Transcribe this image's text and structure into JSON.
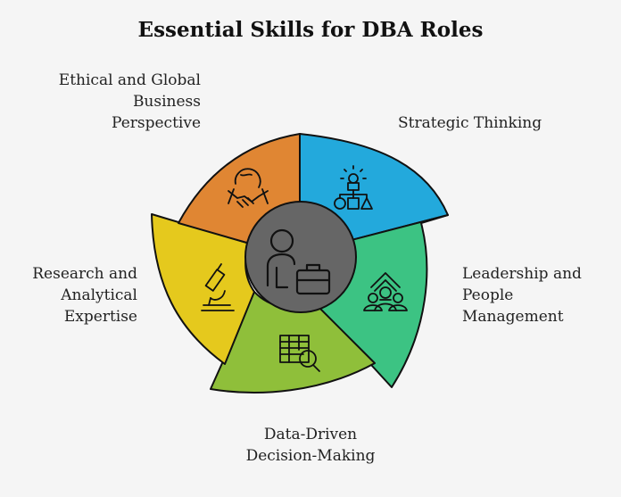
{
  "title": "Essential Skills for DBA Roles",
  "center_icon": "businessperson-briefcase-icon",
  "segments": [
    {
      "id": "strategic",
      "label": "Strategic Thinking",
      "color": "#23a9dc",
      "icon": "lightbulb-hierarchy-icon"
    },
    {
      "id": "leadership",
      "label": "Leadership and\nPeople\nManagement",
      "color": "#3cc383",
      "icon": "team-growth-icon"
    },
    {
      "id": "data",
      "label": "Data-Driven\nDecision-Making",
      "color": "#8fbf3a",
      "icon": "spreadsheet-search-icon"
    },
    {
      "id": "research",
      "label": "Research and\nAnalytical\nExpertise",
      "color": "#e5c91d",
      "icon": "microscope-icon"
    },
    {
      "id": "ethical",
      "label": "Ethical and Global\nBusiness\nPerspective",
      "color": "#e08633",
      "icon": "globe-handshake-icon"
    }
  ],
  "center_color": "#666666"
}
